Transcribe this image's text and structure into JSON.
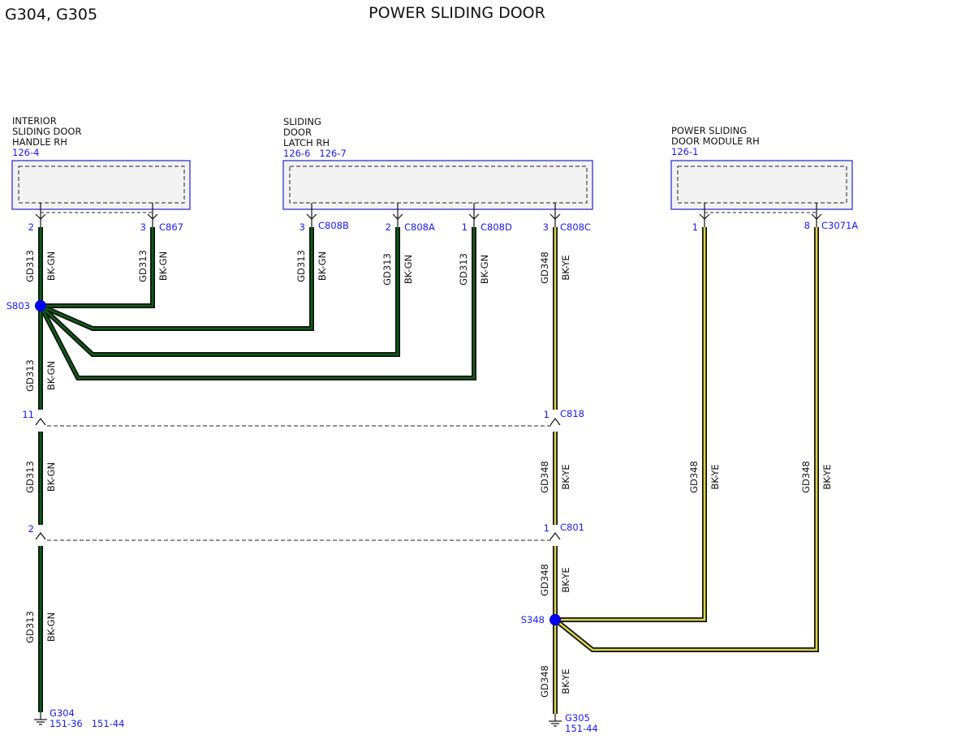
{
  "header": {
    "grounds": "G304, G305",
    "title": "POWER SLIDING DOOR"
  },
  "components": {
    "handle": {
      "name": [
        "INTERIOR",
        "SLIDING DOOR",
        "HANDLE RH"
      ],
      "ref": "126-4"
    },
    "latch": {
      "name": [
        "SLIDING",
        "DOOR",
        "LATCH RH"
      ],
      "ref": "126-6   126-7"
    },
    "module": {
      "name": [
        "POWER SLIDING",
        "DOOR MODULE RH"
      ],
      "ref": "126-1"
    }
  },
  "pins": {
    "handle_p2": "2",
    "handle_p3": "3",
    "handle_conn": "C867",
    "latch_b_pin": "3",
    "latch_b_conn": "C808B",
    "latch_a_pin": "2",
    "latch_a_conn": "C808A",
    "latch_d_pin": "1",
    "latch_d_conn": "C808D",
    "latch_c_pin": "3",
    "latch_c_conn": "C808C",
    "module_p1": "1",
    "module_p8": "8",
    "module_conn": "C3071A"
  },
  "circuits": {
    "gd313": "GD313",
    "bkgn": "BK-GN",
    "gd348": "GD348",
    "bkye": "BK-YE"
  },
  "splices": {
    "s803": "S803",
    "s348": "S348"
  },
  "inline": {
    "left_11": "11",
    "left_2": "2",
    "c818_pin": "1",
    "c818": "C818",
    "c801_pin": "1",
    "c801": "C801"
  },
  "grounds": {
    "g304": "G304",
    "g304_ref": "151-36   151-44",
    "g305": "G305",
    "g305_ref": "151-44"
  },
  "colors": {
    "bkgn_fill": "#0b5e16",
    "bkye_fill": "#d9d24a",
    "wire_outline": "#111111",
    "ref_blue": "#1a1aff",
    "splice_dot": "#0000ff",
    "box_border": "#3333cc",
    "box_fill": "#f2f2f2"
  }
}
